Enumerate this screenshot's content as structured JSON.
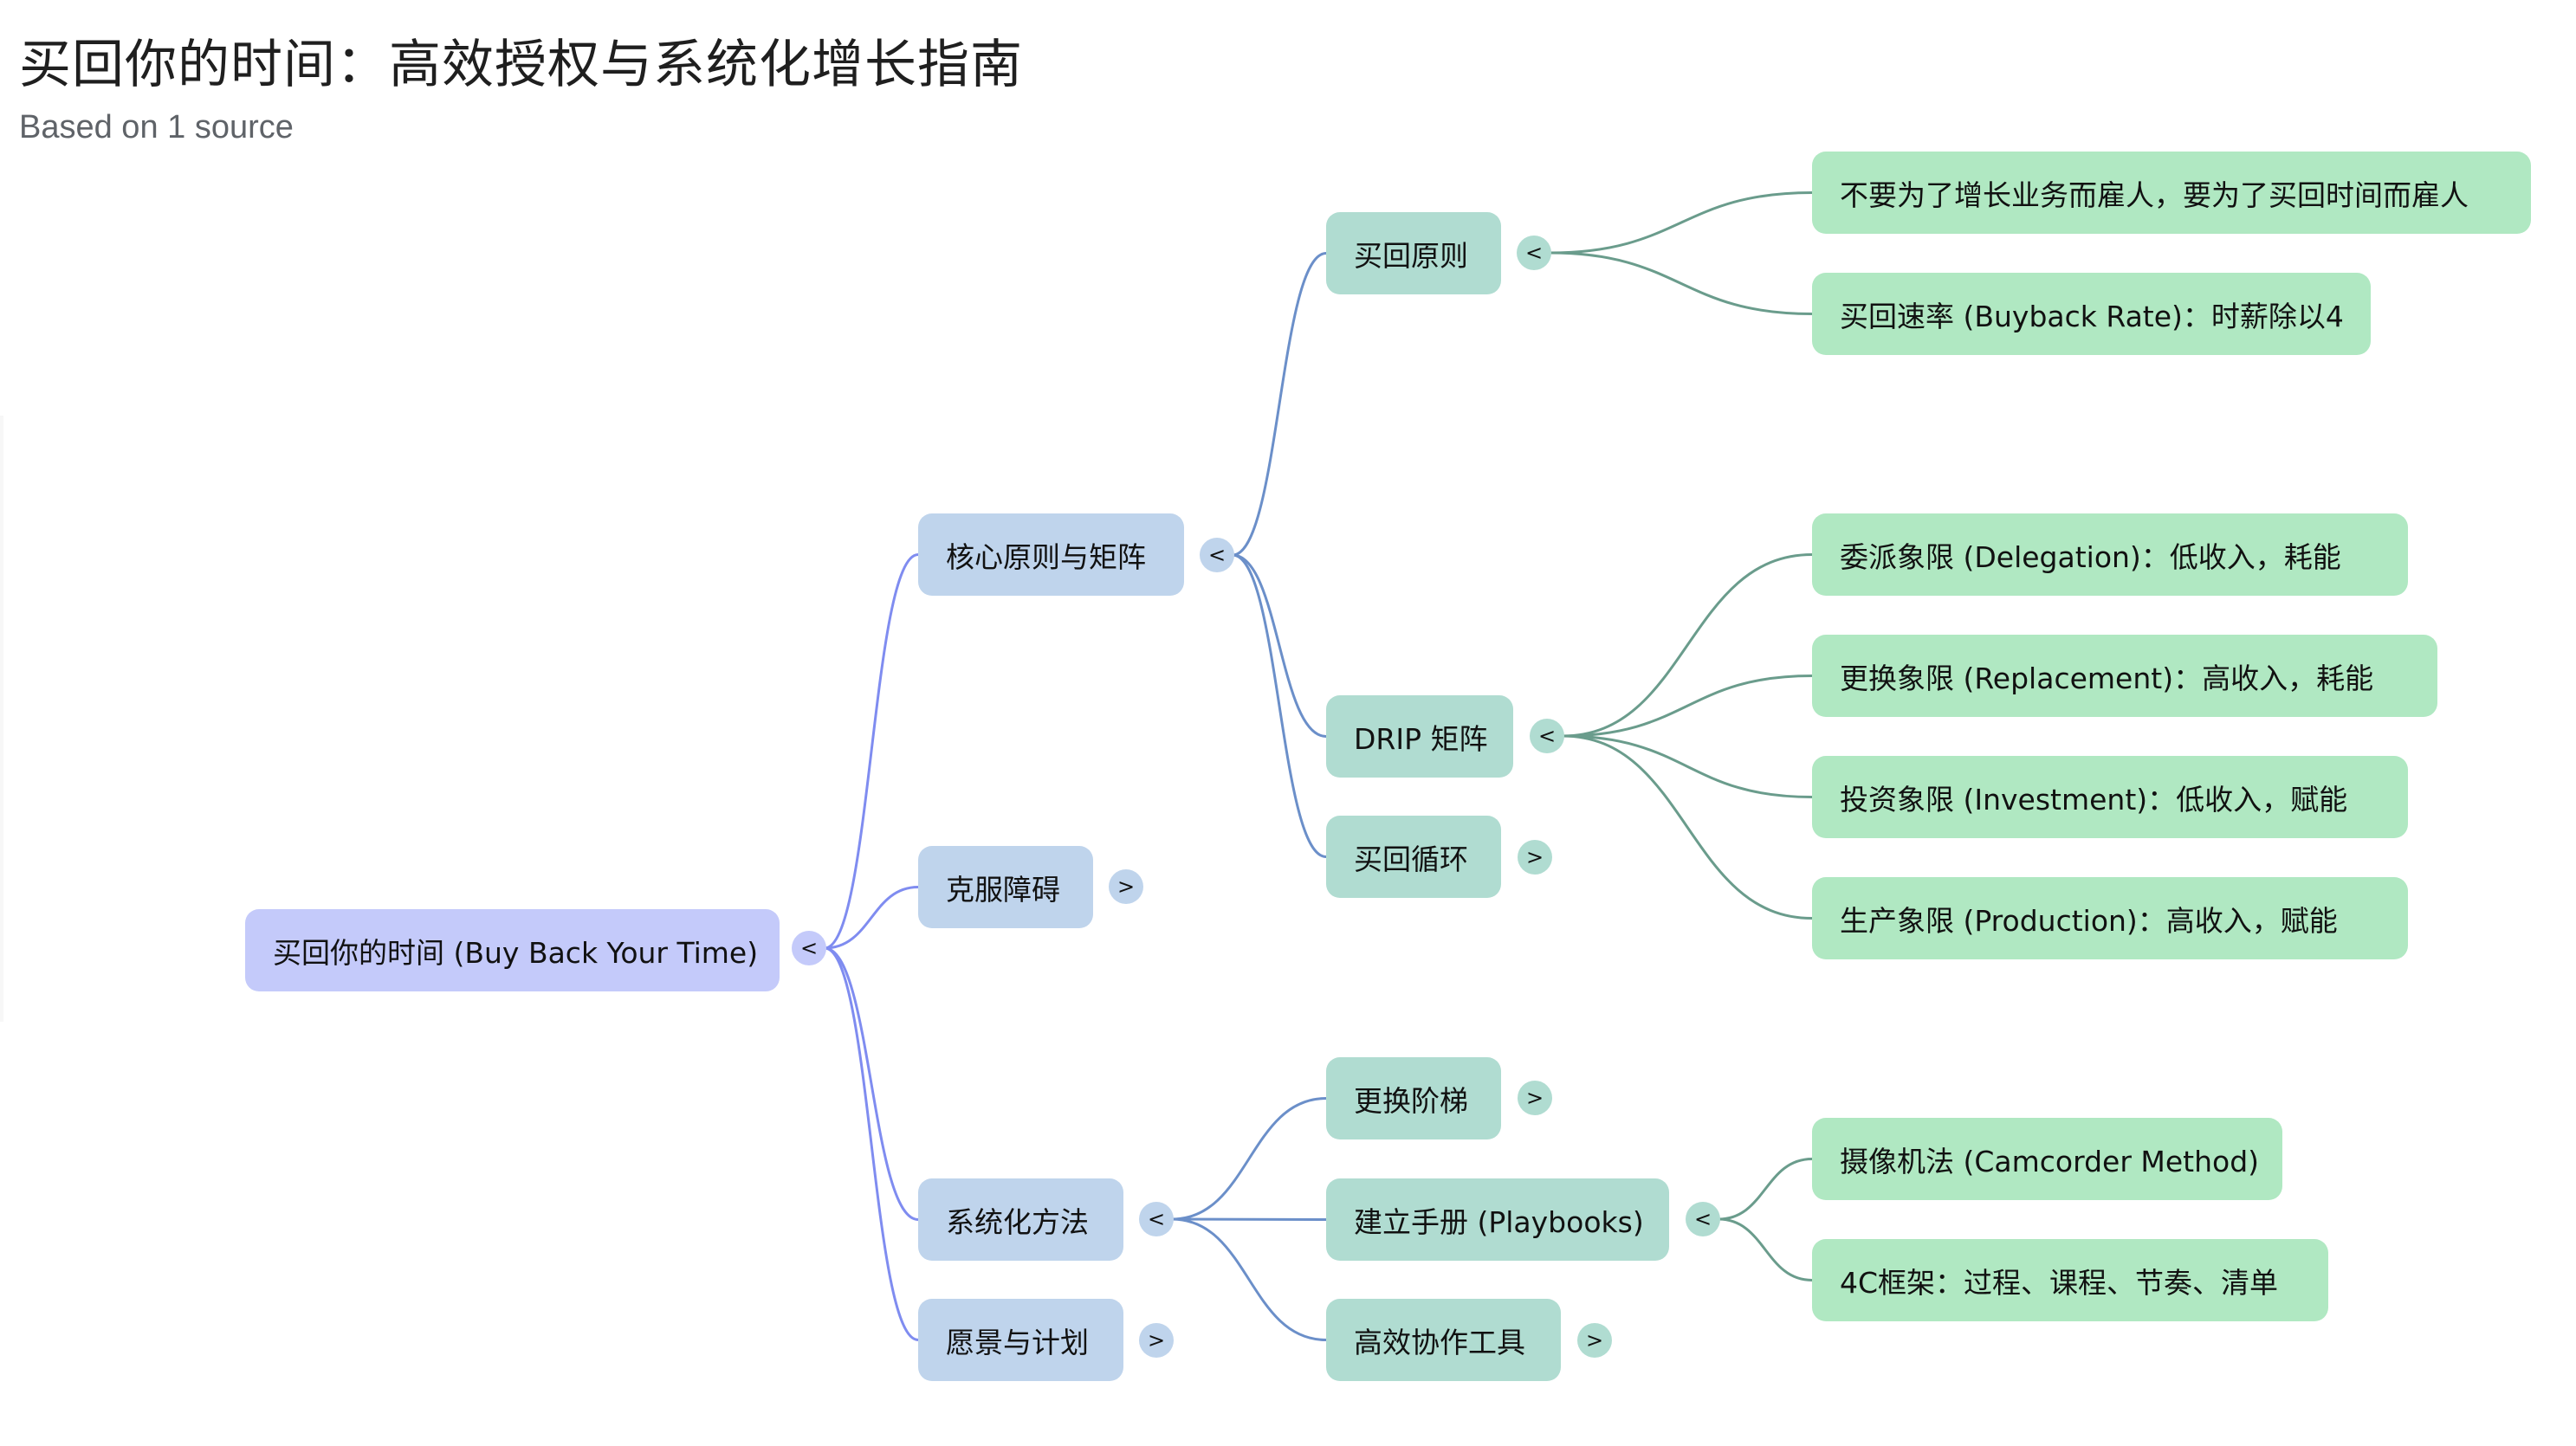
{
  "header": {
    "title": "买回你的时间：高效授权与系统化增长指南",
    "subtitle": "Based on 1 source"
  },
  "colors": {
    "root": "#c4cafa",
    "level1": "#bfd4ec",
    "level2": "#b0dcd1",
    "level3": "#b0e8c2",
    "link_root": "#7f8cf0",
    "link_level1": "#6b8fc9",
    "link_level2": "#6a9c8c"
  },
  "toggle_icons": {
    "expanded": "<",
    "collapsed": ">"
  },
  "mindmap": {
    "root": {
      "label": "买回你的时间 (Buy Back Your Time)",
      "state": "expanded"
    },
    "branches": [
      {
        "label": "核心原则与矩阵",
        "state": "expanded",
        "children": [
          {
            "label": "买回原则",
            "state": "expanded",
            "children": [
              {
                "label": "不要为了增长业务而雇人，要为了买回时间而雇人"
              },
              {
                "label": "买回速率 (Buyback Rate)：时薪除以4"
              }
            ]
          },
          {
            "label": "DRIP 矩阵",
            "state": "expanded",
            "children": [
              {
                "label": "委派象限 (Delegation)：低收入，耗能"
              },
              {
                "label": "更换象限 (Replacement)：高收入，耗能"
              },
              {
                "label": "投资象限 (Investment)：低收入，赋能"
              },
              {
                "label": "生产象限 (Production)：高收入，赋能"
              }
            ]
          },
          {
            "label": "买回循环",
            "state": "collapsed"
          }
        ]
      },
      {
        "label": "克服障碍",
        "state": "collapsed"
      },
      {
        "label": "系统化方法",
        "state": "expanded",
        "children": [
          {
            "label": "更换阶梯",
            "state": "collapsed"
          },
          {
            "label": "建立手册 (Playbooks)",
            "state": "expanded",
            "children": [
              {
                "label": "摄像机法 (Camcorder Method)"
              },
              {
                "label": "4C框架：过程、课程、节奏、清单"
              }
            ]
          },
          {
            "label": "高效协作工具",
            "state": "collapsed"
          }
        ]
      },
      {
        "label": "愿景与计划",
        "state": "collapsed"
      }
    ]
  }
}
